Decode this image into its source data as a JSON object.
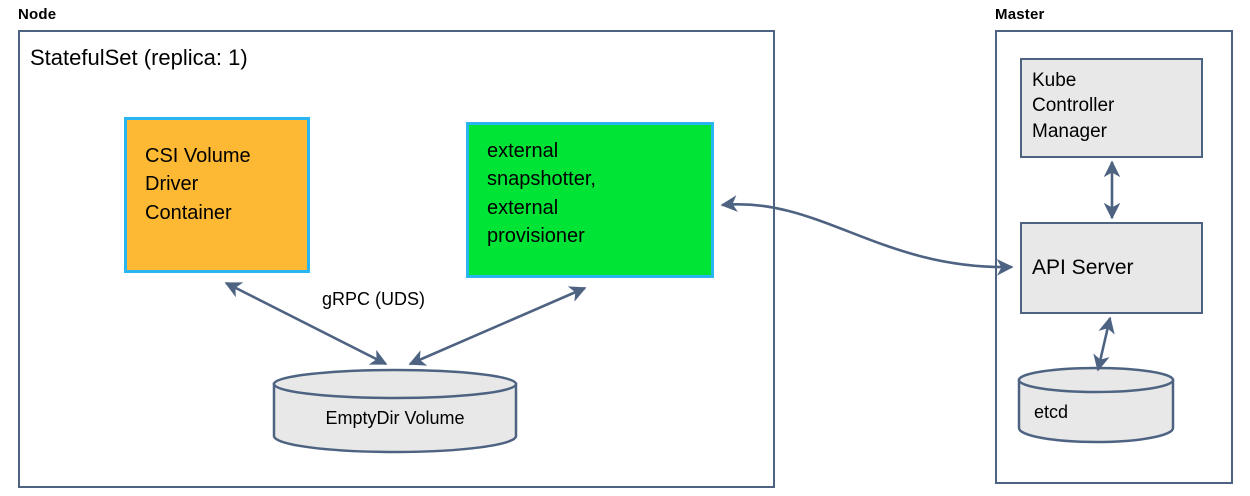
{
  "diagram": {
    "title_node": "Node",
    "title_master": "Master",
    "colors": {
      "edge": "#4e6382",
      "group_border": "#4e6382",
      "box_orange_fill": "#fdb933",
      "box_green_fill": "#00e436",
      "box_cyan_border": "#28b5f0",
      "box_gray_fill": "#e8e8e8",
      "text": "#000000",
      "background": "#ffffff"
    }
  },
  "node": {
    "label": "Node",
    "statefulset_title": "StatefulSet (replica: 1)",
    "csi_driver": "CSI Volume\nDriver\nContainer",
    "external_sidecars": "external\nsnapshotter,\nexternal\nprovisioner",
    "emptydir": "EmptyDir Volume",
    "grpc_label": "gRPC (UDS)"
  },
  "master": {
    "label": "Master",
    "kube_controller_manager": "Kube\nController\nManager",
    "api_server": "API Server",
    "etcd": "etcd"
  },
  "edges": [
    {
      "id": "csi-driver-to-emptydir",
      "from": "CSI Volume Driver Container",
      "to": "EmptyDir Volume",
      "label": "gRPC (UDS)",
      "direction": "bidirectional"
    },
    {
      "id": "sidecars-to-emptydir",
      "from": "external snapshotter, external provisioner",
      "to": "EmptyDir Volume",
      "label": "",
      "direction": "bidirectional"
    },
    {
      "id": "sidecars-to-api-server",
      "from": "external snapshotter, external provisioner",
      "to": "API Server",
      "label": "",
      "direction": "bidirectional"
    },
    {
      "id": "kcm-to-api-server",
      "from": "Kube Controller Manager",
      "to": "API Server",
      "label": "",
      "direction": "bidirectional"
    },
    {
      "id": "api-server-to-etcd",
      "from": "API Server",
      "to": "etcd",
      "label": "",
      "direction": "bidirectional"
    }
  ]
}
